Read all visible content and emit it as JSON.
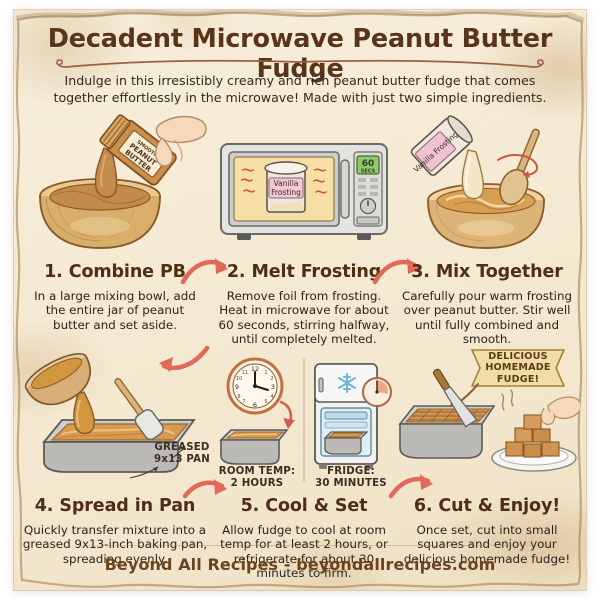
{
  "header": {
    "title": "Decadent Microwave Peanut Butter Fudge",
    "subtitle": "Indulge in this irresistibly creamy and rich peanut butter fudge that comes together effortlessly in the microwave! Made with just two simple ingredients."
  },
  "steps": [
    {
      "title": "1. Combine PB",
      "body": "In a large mixing bowl, add the entire jar of peanut butter and set aside.",
      "art": "hand-pouring-peanut-butter-jar-into-wooden-bowl"
    },
    {
      "title": "2. Melt Frosting",
      "body": "Remove foil from frosting. Heat in microwave for about 60 seconds, stirring halfway, until completely melted.",
      "art": "microwave-with-frosting-tub"
    },
    {
      "title": "3. Mix Together",
      "body": "Carefully pour warm frosting over peanut butter. Stir well until fully combined and smooth.",
      "art": "pouring-frosting-into-bowl-with-wooden-spoon"
    },
    {
      "title": "4. Spread in Pan",
      "body": "Quickly transfer mixture into a greased 9x13-inch baking pan, spreading evenly.",
      "art": "pouring-mixture-into-baking-pan-with-spatula"
    },
    {
      "title": "5. Cool & Set",
      "body": "Allow fudge to cool at room temp for at least 2 hours, or refrigerate for about 30 minutes to firm.",
      "art": "clock-with-pan-and-refrigerator"
    },
    {
      "title": "6. Cut & Enjoy!",
      "body": "Once set, cut into small squares and enjoy your delicious homemade fudge!",
      "art": "cut-fudge-pan-and-plate-of-cubes"
    }
  ],
  "annotations": {
    "greased_pan": "GREASED\n9x13 PAN",
    "greased_pan_line1": "GREASED",
    "greased_pan_line2": "9x13 PAN",
    "room_temp_line1": "ROOM TEMP:",
    "room_temp_line2": "2 HOURS",
    "fridge_line1": "FRIDGE:",
    "fridge_line2": "30 MINUTES"
  },
  "banner": {
    "line1": "DELICIOUS",
    "line2": "HOMEMADE",
    "line3": "FUDGE!"
  },
  "labels": {
    "pb_jar_line1": "SMOOTH",
    "pb_jar_line2": "PEANUT",
    "pb_jar_line3": "BUTTER",
    "frosting_tub_line1": "Vanilla",
    "frosting_tub_line2": "Frosting",
    "frosting_tub_side": "Vanilla Frosting",
    "microwave_timer_value": "60",
    "microwave_timer_unit": "SECS"
  },
  "footer": {
    "text": "Beyond All Recipes - beyondallrecipes.com"
  },
  "colors": {
    "paper": "#f5ead3",
    "title_brown": "#5a3418",
    "body_text": "#2b231a",
    "arrow_coral": "#e0695a",
    "banner_fill": "#f0d9a0",
    "timer_green": "#86c05e",
    "peanut_butter": "#c08b4a",
    "frosting_cream": "#f2e3c4",
    "fudge_tan": "#cf9352"
  }
}
